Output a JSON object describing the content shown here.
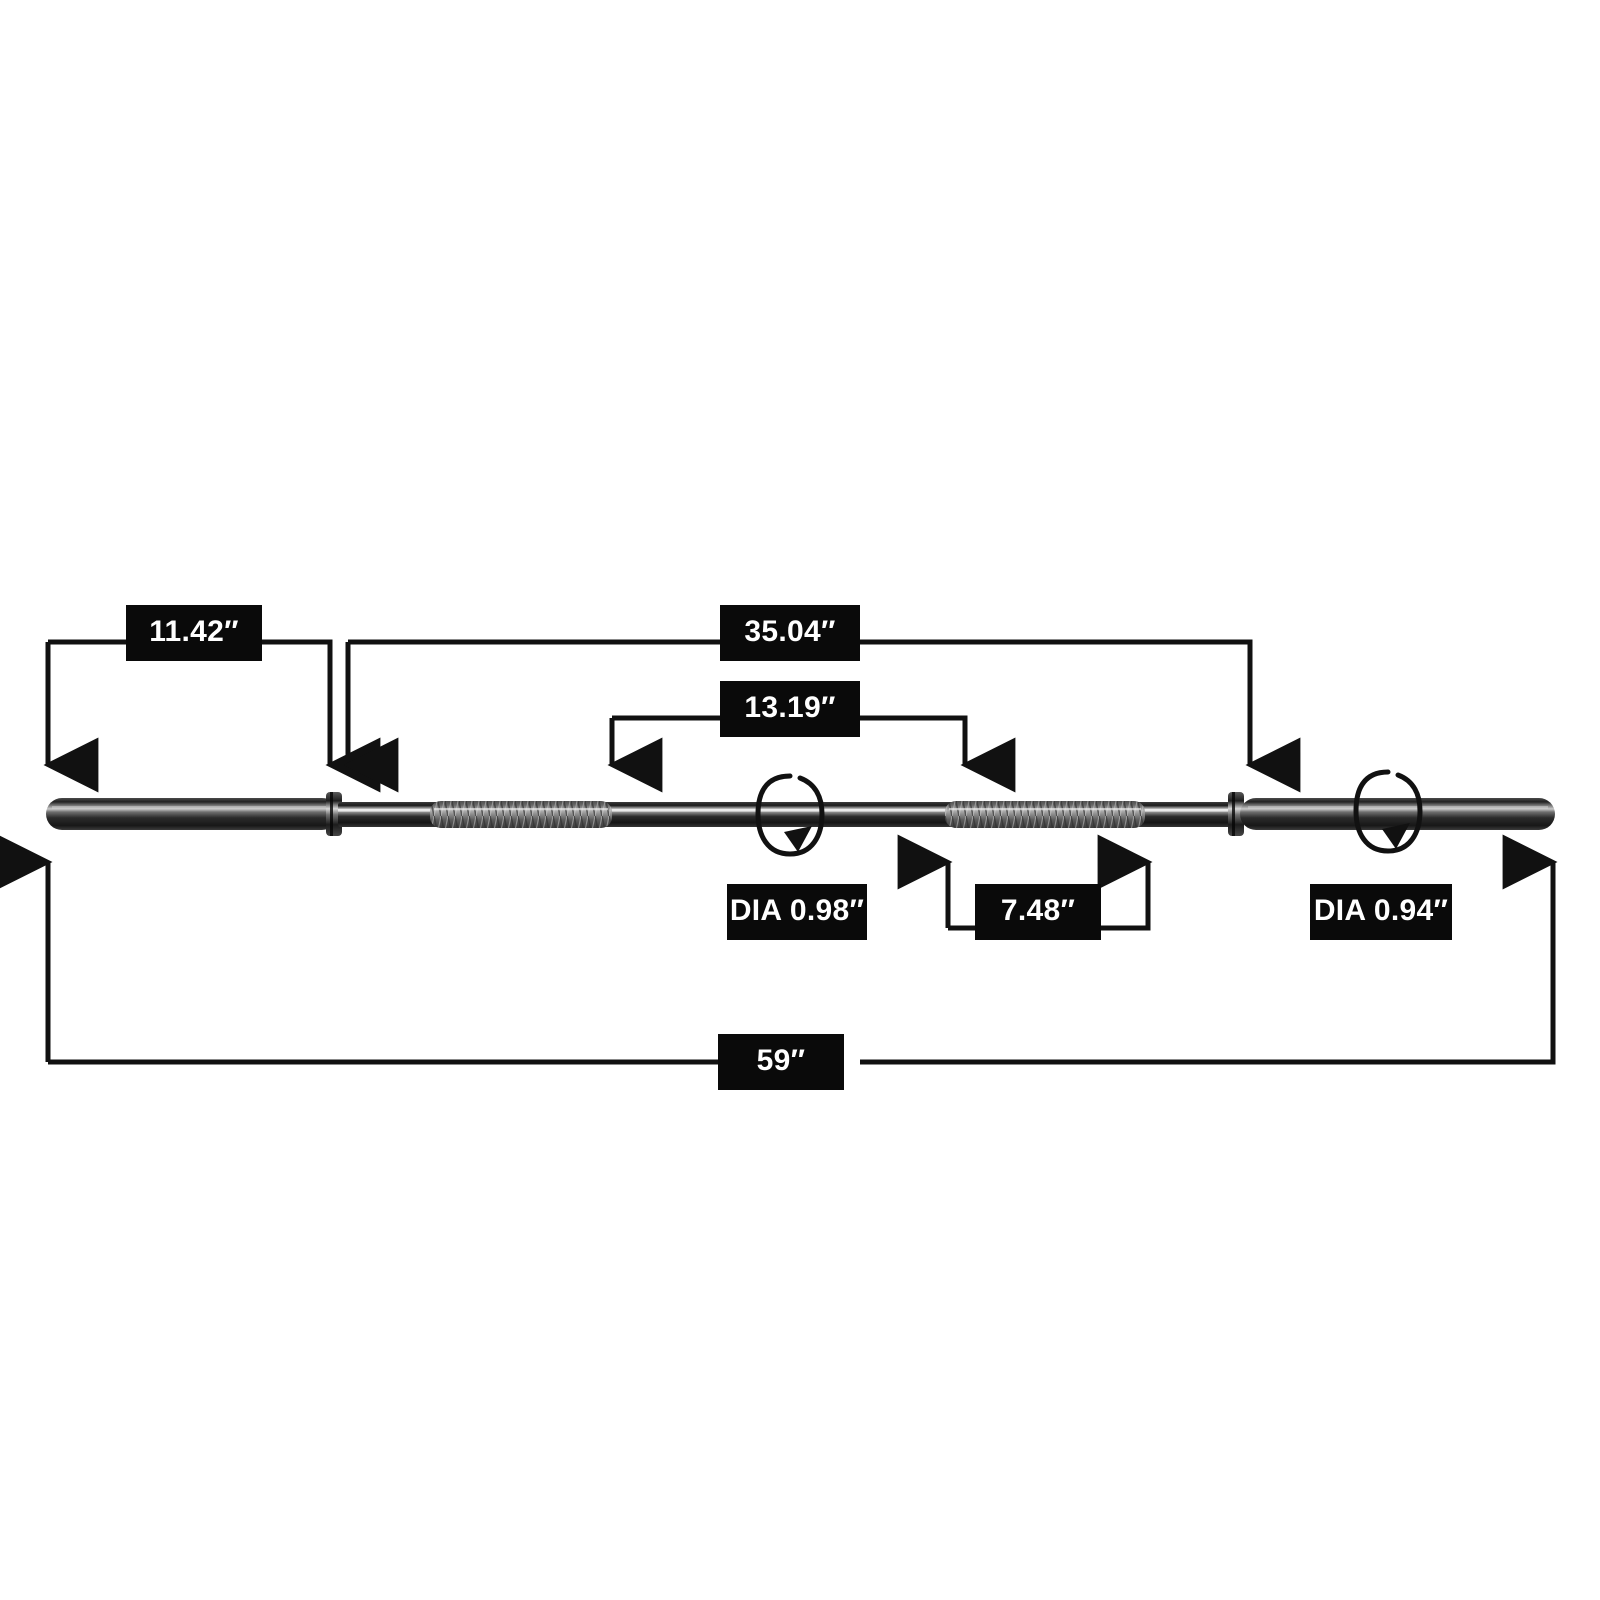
{
  "figure": {
    "type": "technical-dimension-drawing",
    "subject": "olympic-barbell",
    "units": "inches",
    "background_color": "#ffffff",
    "label_background_color": "#0a0a0a",
    "label_text_color": "#ffffff",
    "line_color": "#111111",
    "bar_color": "#2b2b2b",
    "knurl_color": "#7a7a7a"
  },
  "dimensions": {
    "left_sleeve_length": {
      "label": "11.42″",
      "value": 11.42,
      "unit": "in",
      "placement": "above-bar",
      "span": "left-end-to-inner-collar"
    },
    "shaft_length": {
      "label": "35.04″",
      "value": 35.04,
      "unit": "in",
      "placement": "above-bar",
      "span": "left-collar-to-right-collar"
    },
    "center_span": {
      "label": "13.19″",
      "value": 13.19,
      "unit": "in",
      "placement": "above-bar",
      "span": "inner-knurl-to-inner-knurl"
    },
    "knurl_length": {
      "label": "7.48″",
      "value": 7.48,
      "unit": "in",
      "placement": "below-bar",
      "span": "right-knurl-section"
    },
    "shaft_diameter": {
      "label": "DIA 0.98″",
      "value": 0.98,
      "unit": "in",
      "placement": "below-bar",
      "target": "shaft"
    },
    "sleeve_diameter": {
      "label": "DIA 0.94″",
      "value": 0.94,
      "unit": "in",
      "placement": "below-bar",
      "target": "sleeve"
    },
    "overall_length": {
      "label": "59″",
      "value": 59,
      "unit": "in",
      "placement": "bottom",
      "span": "end-to-end"
    }
  },
  "annotations": {
    "rotation_markers": [
      {
        "name": "left-sleeve-rotation",
        "description": "rotation arrow ellipse"
      },
      {
        "name": "right-sleeve-rotation",
        "description": "rotation arrow ellipse"
      }
    ]
  }
}
